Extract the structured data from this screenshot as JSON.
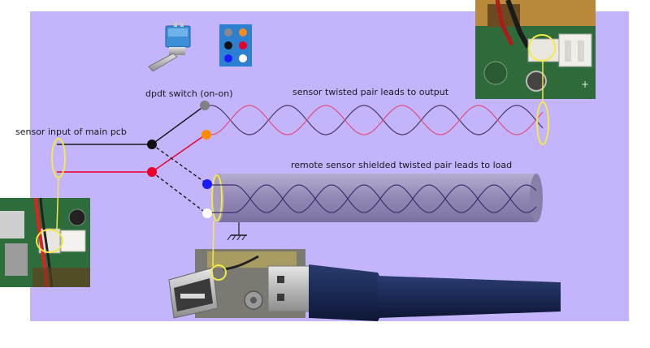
{
  "labels": {
    "switch": "dpdt switch (on-on)",
    "sensor_input": "sensor input of main pcb",
    "twisted_pair": "sensor twisted pair leads to output",
    "shielded_pair": "remote sensor shielded twisted pair leads to load"
  },
  "colors": {
    "background": "#c3b4fb",
    "wire_black": "#1a1a1a",
    "wire_red": "#e8002a",
    "wire_pink": "#e0507a",
    "wire_navy": "#3a3070",
    "terminal_gray": "#808080",
    "terminal_orange": "#ff8c00",
    "terminal_blue": "#1a1aff",
    "highlight_yellow": "#f2e94a",
    "shield_tube": "#8a7fa8",
    "usb_cable": "#1b2a55"
  },
  "icons": {
    "switch_photo": "toggle-switch-photo",
    "pinout_grid": "switch-pinout-grid",
    "pcb_top": "pcb-connector-photo",
    "pcb_left": "main-pcb-photo",
    "usb": "usb-connector-photo",
    "ground": "ground-icon"
  }
}
